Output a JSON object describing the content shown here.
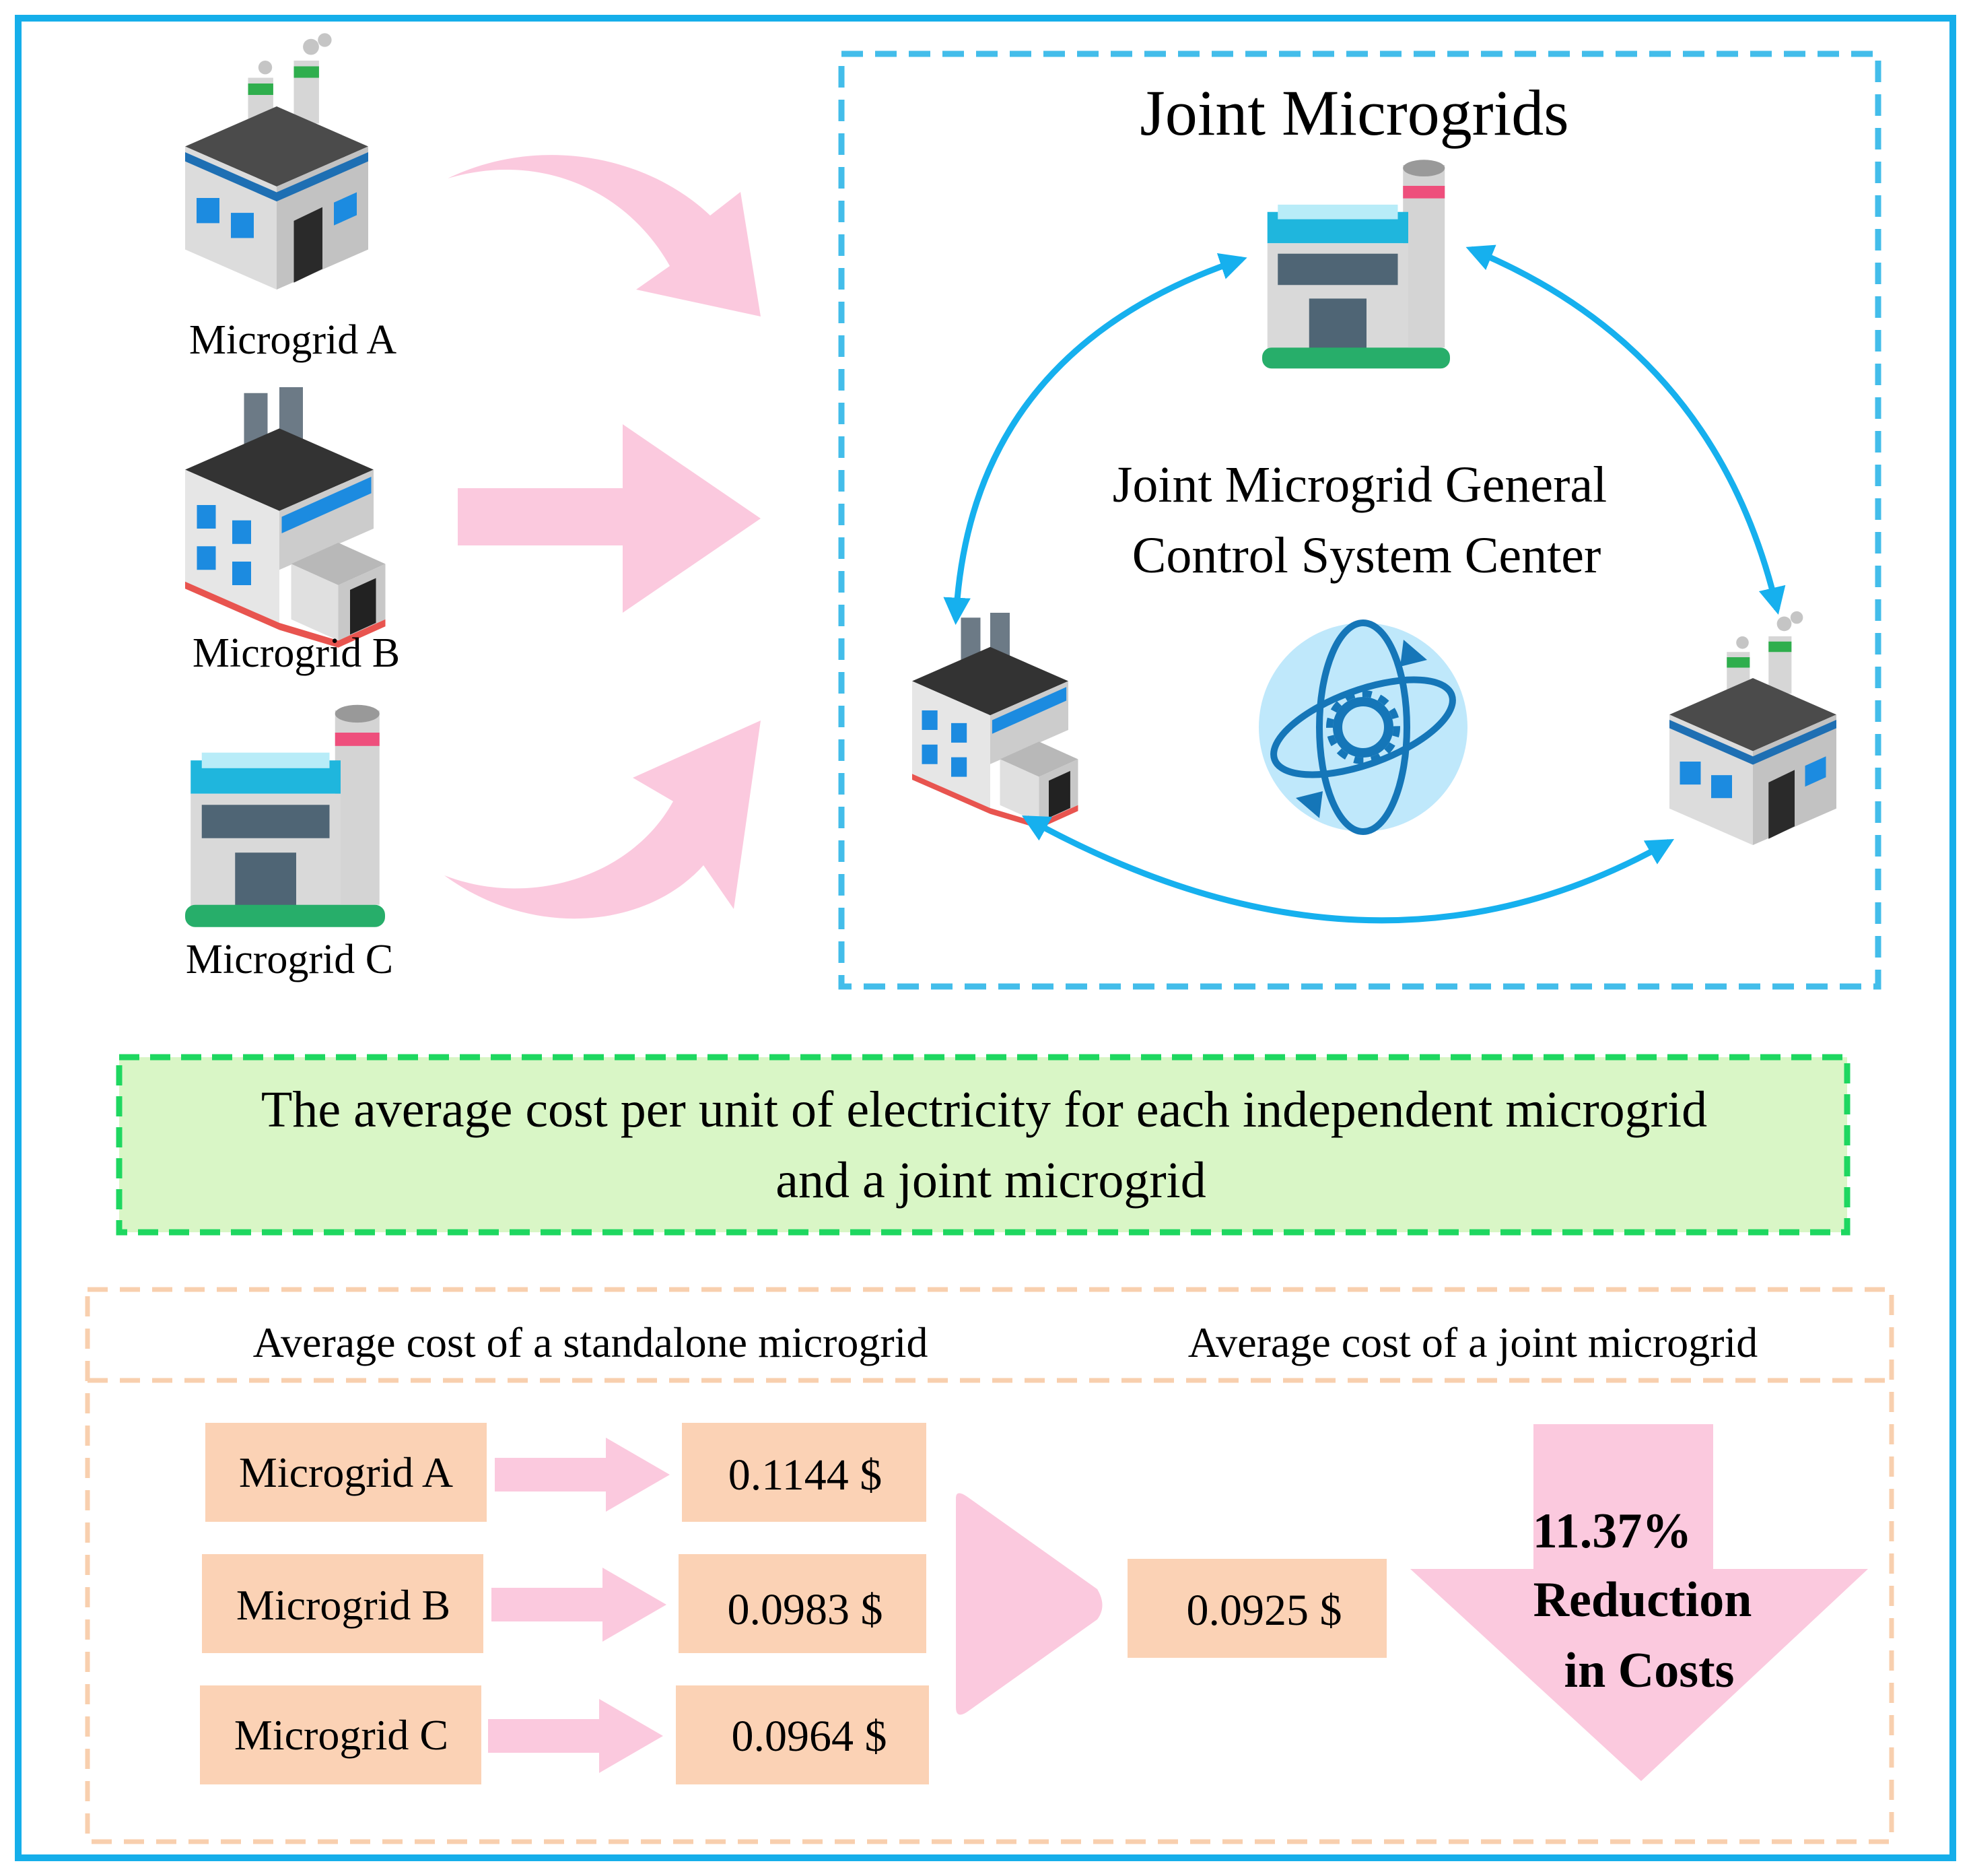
{
  "colors": {
    "outer_frame": "#15aeea",
    "joint_frame": "#43bdea",
    "green_frame": "#1ed760",
    "green_fill": "#d9f6c6",
    "orange_frame": "#f8cfae",
    "orange_box": "#fbd2b5",
    "pink_arrow": "#fbc9de",
    "blue_arrow": "#16b0ee",
    "globe": "#bfe8fb",
    "globe_stroke": "#1576b8"
  },
  "icons": {
    "factory_a": "factory-two-chimneys-icon",
    "factory_b": "factory-office-icon",
    "factory_c": "factory-warehouse-icon",
    "control": "globe-gear-rotation-icon"
  },
  "microgrids": [
    {
      "label": "Microgrid A"
    },
    {
      "label": "Microgrid B"
    },
    {
      "label": "Microgrid C"
    }
  ],
  "joint": {
    "title": "Joint Microgrids",
    "center_line1": "Joint Microgrid General",
    "center_line2": "Control System Center"
  },
  "summary": {
    "line1": "The average cost per unit of electricity for each independent microgrid",
    "line2": "and a joint microgrid"
  },
  "costs": {
    "standalone_header": "Average cost of a standalone microgrid",
    "joint_header": "Average cost of a joint microgrid",
    "rows": [
      {
        "label": "Microgrid A",
        "value": "0.1144 $"
      },
      {
        "label": "Microgrid B",
        "value": "0.0983 $"
      },
      {
        "label": "Microgrid C",
        "value": "0.0964 $"
      }
    ],
    "joint_value": "0.0925 $",
    "reduction_line1": "11.37%",
    "reduction_line2": "Reduction",
    "reduction_line3": "in Costs"
  }
}
